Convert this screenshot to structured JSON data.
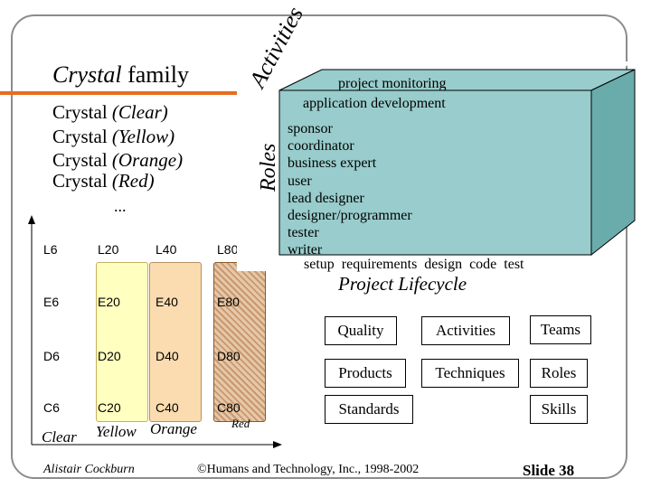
{
  "title": {
    "italic": "Crystal",
    "rest": " family"
  },
  "variants": [
    {
      "name": "Crystal",
      "color": "(Clear)"
    },
    {
      "name": "Crystal",
      "color": "(Yellow)"
    },
    {
      "name": "Crystal",
      "color": "(Orange)"
    },
    {
      "name": "Crystal",
      "color": "(Red)"
    }
  ],
  "ellipsis": "...",
  "grid": {
    "rows": [
      [
        "L6",
        "L20",
        "L40",
        "L80"
      ],
      [
        "E6",
        "E20",
        "E40",
        "E80"
      ],
      [
        "D6",
        "D20",
        "D40",
        "D80"
      ],
      [
        "C6",
        "C20",
        "C40",
        "C80"
      ]
    ],
    "bottom": {
      "clear": "Clear",
      "yellow": "Yellow",
      "orange": "Orange",
      "red": "Red"
    },
    "colors": {
      "clear": "#ffffff",
      "yellow": "#ffffc0",
      "orange": "#fadcb0",
      "red": "#e8c8a8"
    }
  },
  "cube": {
    "activities_axis": "Activities",
    "roles_axis": "Roles",
    "activities": [
      "project monitoring",
      "application development"
    ],
    "roles": [
      "sponsor",
      "coordinator",
      "business expert",
      "user",
      "lead designer",
      "designer/programmer",
      "tester",
      "writer"
    ],
    "lifecycle_steps": "setup  requirements  design  code  test",
    "lifecycle_label": "Project Lifecycle",
    "colors": {
      "face": "#99cccc",
      "side": "#6aabab"
    }
  },
  "concepts": {
    "row1": [
      "Quality",
      "Activities",
      "Teams"
    ],
    "row2": [
      "Products",
      "Techniques",
      "Roles"
    ],
    "row3": [
      "Standards",
      "Skills"
    ]
  },
  "footer": {
    "author": "Alistair Cockburn",
    "copyright": "©Humans and Technology, Inc., 1998-2002",
    "slide": "Slide 38"
  }
}
